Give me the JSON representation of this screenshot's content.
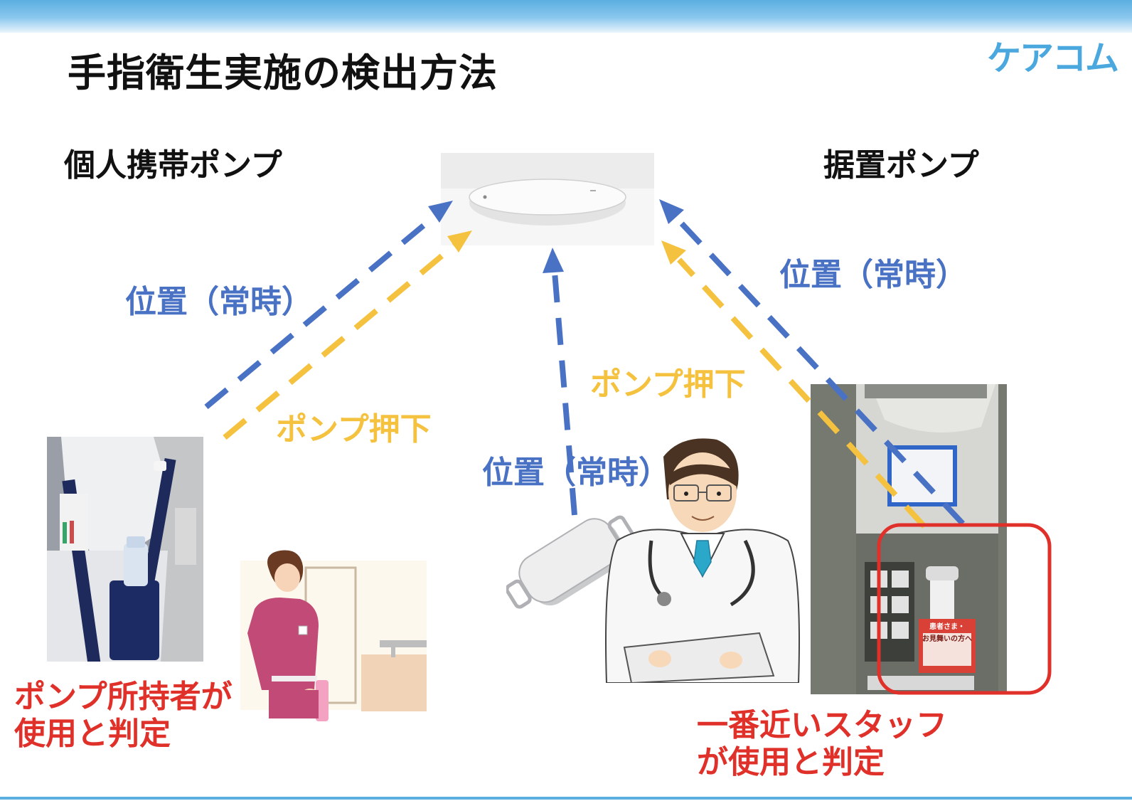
{
  "title": "手指衛生実施の検出方法",
  "logo": "ケアコム",
  "left_heading": "個人携帯ポンプ",
  "right_heading": "据置ポンプ",
  "labels": {
    "left_position": "位置（常時）",
    "left_press": "ポンプ押下",
    "center_position": "位置（常時）",
    "center_press": "ポンプ押下",
    "right_position": "位置（常時）"
  },
  "notes": {
    "left_line1": "ポンプ所持者が",
    "left_line2": "使用と判定",
    "right_line1": "一番近いスタッフ",
    "right_line2": "が使用と判定"
  },
  "dispenser": {
    "sign_line1": "患者さま・",
    "sign_line2": "お見舞いの方へ"
  },
  "colors": {
    "blue_arrow": "#4a72c4",
    "yellow_arrow": "#f5c23f",
    "red_note": "#e0302a",
    "logo": "#4aa8de"
  },
  "icons": [
    "ceiling-receiver-icon",
    "portable-pump-photo",
    "nurse-illustration",
    "badge-tag-icon",
    "doctor-illustration",
    "wall-dispenser-photo"
  ]
}
